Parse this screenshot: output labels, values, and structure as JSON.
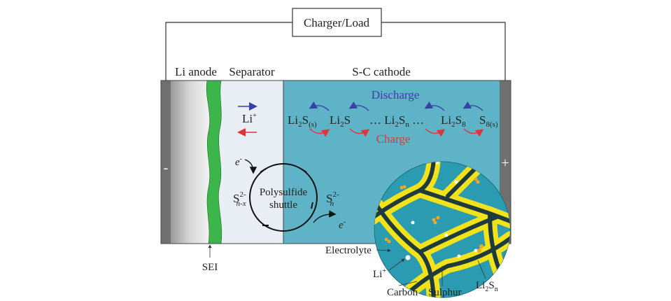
{
  "charger_label": "Charger/Load",
  "regions": {
    "anode": "Li anode",
    "separator": "Separator",
    "cathode": "S-C cathode"
  },
  "terminals": {
    "negative": "-",
    "positive": "+"
  },
  "separator": {
    "ion": "Li",
    "ion_charge": "+"
  },
  "reactions": {
    "discharge": "Discharge",
    "charge": "Charge",
    "species": [
      {
        "base": "Li",
        "sub1": "2",
        "s": "S",
        "sub2": "(s)"
      },
      {
        "base": "Li",
        "sub1": "2",
        "s": "S",
        "sub2": ""
      },
      {
        "base": "… Li",
        "sub1": "2",
        "s": "S",
        "sub2": "n",
        "tail": " …"
      },
      {
        "base": "Li",
        "sub1": "2",
        "s": "S",
        "sub2": "8"
      },
      {
        "base": "",
        "sub1": "",
        "s": "S",
        "sub2": "8(s)"
      }
    ]
  },
  "shuttle": {
    "label1": "Polysulfide",
    "label2": "shuttle",
    "left_species": "S",
    "left_sub": "n-x",
    "left_sup": "2-",
    "right_species": "S",
    "right_sub": "n",
    "right_sup": "2-",
    "electron": "e",
    "electron_sup": "-"
  },
  "labels": {
    "sei": "SEI",
    "electrolyte": "Electrolyte",
    "li_ion": "Li",
    "li_sup": "+",
    "carbon": "Carbon",
    "sulphur": "Sulphur",
    "li2sn": "Li",
    "li2sn_sub1": "2",
    "li2sn_s": "S",
    "li2sn_sub2": "n"
  },
  "colors": {
    "cathode": "#5eb4c6",
    "separator": "#e8eef4",
    "sei": "#3cb54a",
    "sulphur": "#f2e21c",
    "carbon": "#1f3b3d",
    "discharge": "#3a3fa8",
    "charge": "#e0343a"
  }
}
